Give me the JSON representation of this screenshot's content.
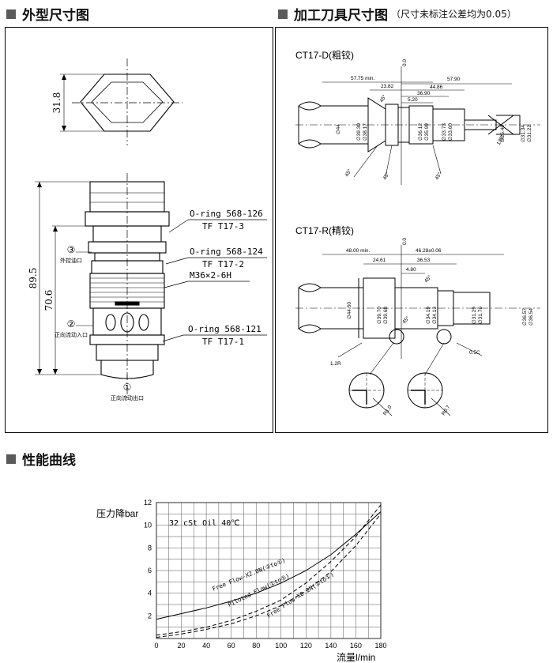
{
  "sections": {
    "outline": {
      "title": "外型尺寸图"
    },
    "tool": {
      "title": "加工刀具尺寸图",
      "note": "（尺寸未标注公差均为0.05）"
    },
    "curve": {
      "title": "性能曲线"
    }
  },
  "outline": {
    "hex_dim": "31.8",
    "len_overall": "89.5",
    "len_body": "70.6",
    "callouts": [
      {
        "line1": "O-ring 568-126",
        "line2": "TF T17-3"
      },
      {
        "line1": "O-ring 568-124",
        "line2": "TF T17-2"
      },
      {
        "line1": "M36×2-6H",
        "line2": ""
      },
      {
        "line1": "O-ring 568-121",
        "line2": "TF T17-1"
      }
    ],
    "ports": [
      {
        "num": "③",
        "label": "外控油口"
      },
      {
        "num": "②",
        "label": "正向流动入口"
      },
      {
        "num": "①",
        "label": "正向流动出口"
      }
    ]
  },
  "tool_d": {
    "title": "CT17-D(粗铰)",
    "dims_h": [
      "57.75 min.",
      "0.0",
      "57.90",
      "23.82",
      "44.86",
      "36.90",
      "5.20"
    ],
    "dims_v": [
      "∅44",
      "∅39.30",
      "∅38.17",
      "∅36.12",
      "∅35.99",
      "∅33.73",
      "∅33.60",
      "∅25.40",
      "∅31.34",
      "∅31.22"
    ],
    "angles": [
      "45°",
      "45°",
      "45°",
      "135°",
      "45°"
    ]
  },
  "tool_r": {
    "title": "CT17-R(精铰)",
    "dims_h": [
      "48.00 min.",
      "0.0",
      "46.28±0.06",
      "24.61",
      "36.53",
      "4.80"
    ],
    "dims_v": [
      "∅44.50",
      "∅39.70",
      "∅39.68",
      "∅34.19",
      "∅34.13",
      "∅31.29",
      "∅31.76",
      "∅36.57",
      "∅36.54"
    ],
    "angles": [
      "45°",
      "45°"
    ],
    "notes": [
      "1.2R",
      "0.5C",
      "R1.0",
      "R0.7"
    ]
  },
  "chart_data": {
    "type": "line",
    "ylabel": "压力降bar",
    "xlabel": "流量l/min",
    "annotation": "32 cSt Oil 40℃",
    "xlim": [
      0,
      180
    ],
    "ylim": [
      0,
      12
    ],
    "xticks": [
      0,
      20,
      40,
      60,
      80,
      100,
      120,
      140,
      160,
      180
    ],
    "yticks": [
      2,
      4,
      6,
      8,
      10,
      12
    ],
    "grid": true,
    "series": [
      {
        "name": "Free Flow-X2.0N(②to①)",
        "style": "solid",
        "x": [
          0,
          20,
          40,
          60,
          80,
          100,
          120,
          140,
          160,
          180
        ],
        "y": [
          1.7,
          2.2,
          2.7,
          3.3,
          4.0,
          4.9,
          6.0,
          7.4,
          9.2,
          11.2
        ]
      },
      {
        "name": "Piloted Flow(①to②)",
        "style": "dashed",
        "x": [
          0,
          20,
          40,
          60,
          80,
          100,
          120,
          140,
          160,
          180
        ],
        "y": [
          0.3,
          0.6,
          1.0,
          1.6,
          2.4,
          3.4,
          4.9,
          6.8,
          9.0,
          11.8
        ]
      },
      {
        "name": "Free Flow-X0.2N(②to①)",
        "style": "dashed",
        "x": [
          0,
          20,
          40,
          60,
          80,
          100,
          120,
          140,
          160,
          180
        ],
        "y": [
          0.1,
          0.4,
          0.8,
          1.3,
          2.0,
          2.9,
          4.2,
          5.9,
          8.2,
          11.0
        ]
      }
    ]
  }
}
